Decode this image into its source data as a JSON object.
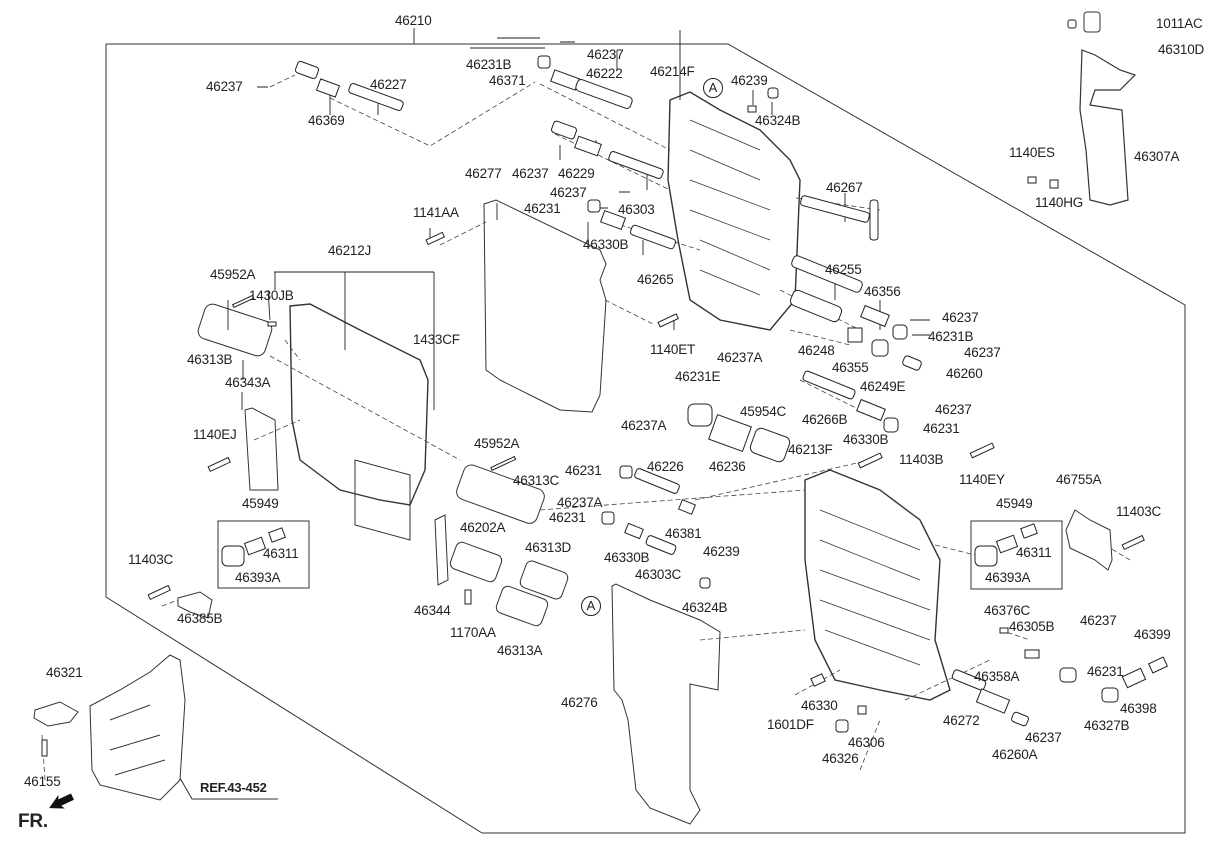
{
  "diagram": {
    "title_part": "46210",
    "reference": "REF.43-452",
    "front_indicator": "FR.",
    "callout_marker": "A",
    "labels": {
      "p46210": "46210",
      "p46237_a": "46237",
      "p46369": "46369",
      "p46227": "46227",
      "p46231B_a": "46231B",
      "p46237_b": "46237",
      "p46371": "46371",
      "p46222": "46222",
      "p46214F": "46214F",
      "p46239_a": "46239",
      "p46324B_a": "46324B",
      "p46237_c": "46237",
      "p46229": "46229",
      "p46277": "46277",
      "p46237_d": "46237",
      "p46231_a": "46231",
      "p46303": "46303",
      "p1141AA": "1141AA",
      "p46330B_a": "46330B",
      "p46265": "46265",
      "p46267": "46267",
      "p1011AC": "1011AC",
      "p46310D": "46310D",
      "p1140ES": "1140ES",
      "p46307A": "46307A",
      "p1140HG": "1140HG",
      "p46212J": "46212J",
      "p45952A_a": "45952A",
      "p1430JB": "1430JB",
      "p46313B": "46313B",
      "p1433CF": "1433CF",
      "p46343A": "46343A",
      "p1140ET": "1140ET",
      "p46255": "46255",
      "p46356": "46356",
      "p46237_e": "46237",
      "p46231B_b": "46231B",
      "p46248": "46248",
      "p46355": "46355",
      "p46237_f": "46237",
      "p46249E": "46249E",
      "p46260": "46260",
      "p46266B": "46266B",
      "p46237_g": "46237",
      "p46330B_b": "46330B",
      "p46231_b": "46231",
      "p46237A_a": "46237A",
      "p46231E": "46231E",
      "p45954C": "45954C",
      "p46236": "46236",
      "p46213F": "46213F",
      "p11403B": "11403B",
      "p1140EY": "1140EY",
      "p1140EJ": "1140EJ",
      "p46237A_b": "46237A",
      "p45952A_b": "45952A",
      "p46231_c": "46231",
      "p46226": "46226",
      "p46313C": "46313C",
      "p46237A_c": "46237A",
      "p46231_d": "46231",
      "p46381": "46381",
      "p45949_a": "45949",
      "p46311_a": "46311",
      "p46393A_a": "46393A",
      "p11403C_a": "11403C",
      "p46385B": "46385B",
      "p46202A": "46202A",
      "p46313D": "46313D",
      "p46330B_c": "46330B",
      "p46303C": "46303C",
      "p46239_b": "46239",
      "p46324B_b": "46324B",
      "p46344": "46344",
      "p1170AA": "1170AA",
      "p46313A": "46313A",
      "p45949_b": "45949",
      "p46311_b": "46311",
      "p46393A_b": "46393A",
      "p46755A": "46755A",
      "p11403C_b": "11403C",
      "p46376C": "46376C",
      "p46305B": "46305B",
      "p46237_h": "46237",
      "p46399": "46399",
      "p46231_e": "46231",
      "p46398": "46398",
      "p46327B": "46327B",
      "p46358A": "46358A",
      "p46272": "46272",
      "p46237_i": "46237",
      "p46260A": "46260A",
      "p46330": "46330",
      "p1601DF": "1601DF",
      "p46306": "46306",
      "p46326": "46326",
      "p46276": "46276",
      "p46321": "46321",
      "p46155": "46155"
    }
  }
}
